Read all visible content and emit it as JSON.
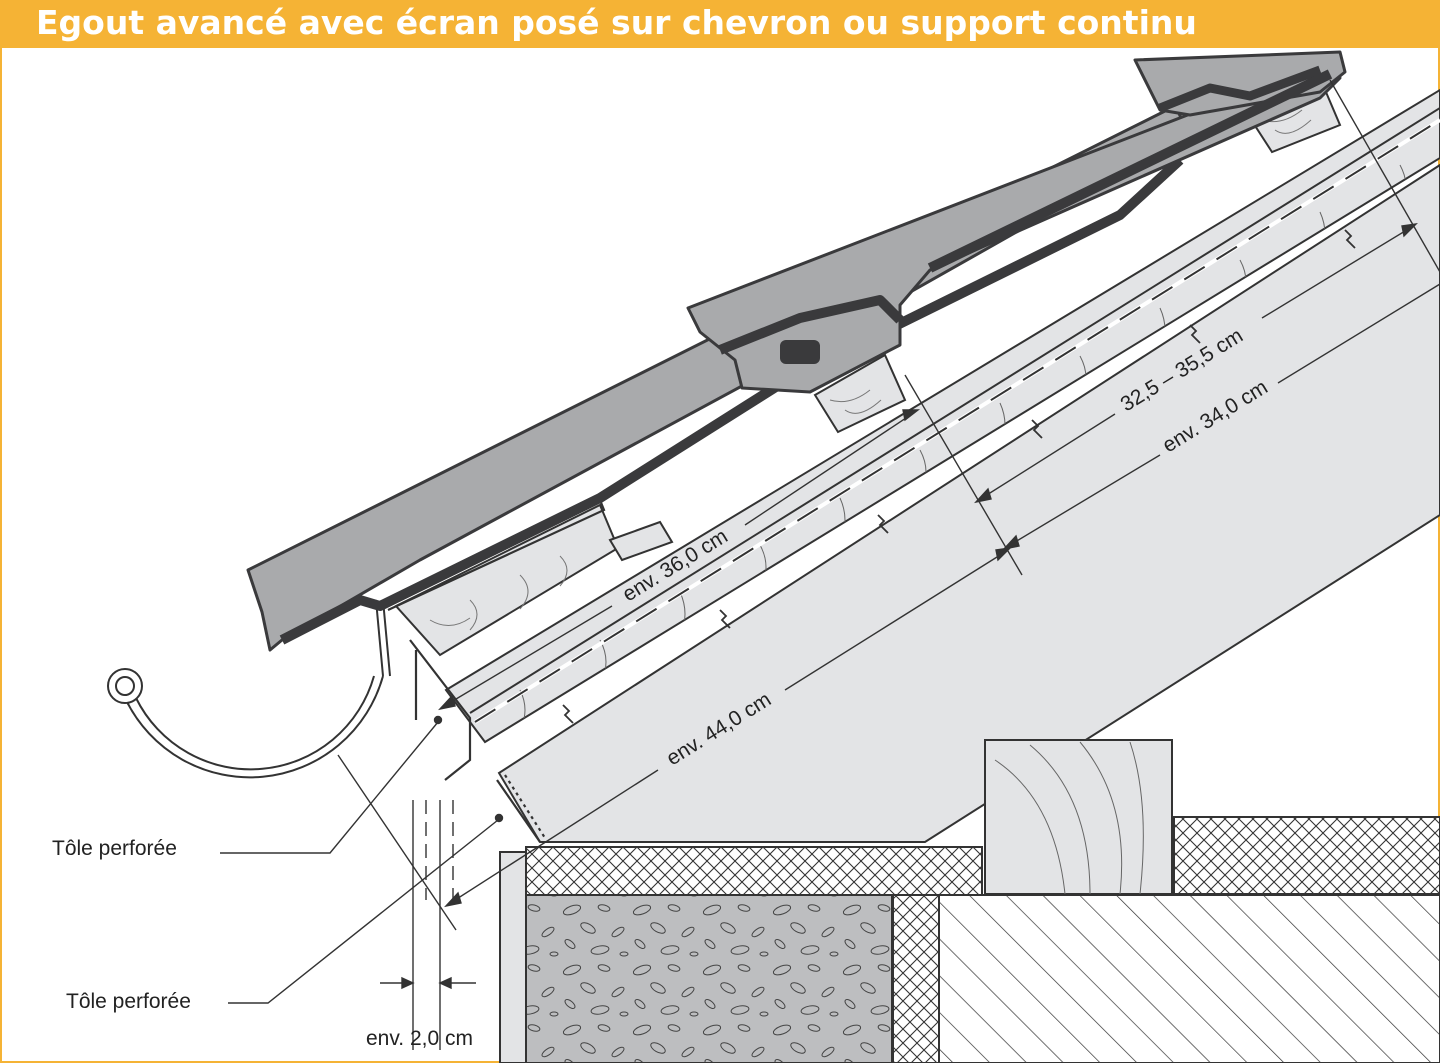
{
  "header": {
    "title": "Egout avancé avec écran posé sur chevron ou support continu"
  },
  "labels": {
    "perforated_sheet_upper": "Tôle perforée",
    "perforated_sheet_lower": "Tôle perforée"
  },
  "dimensions": {
    "overhang_36": "env. 36,0 cm",
    "overhang_44": "env. 44,0 cm",
    "batten_spacing": "32,5 – 35,5 cm",
    "tile_length_34": "env. 34,0 cm",
    "gap_2": "env. 2,0 cm"
  },
  "colors": {
    "header_accent": "#f5b335",
    "tile_fill": "#a9aaac",
    "tile_outline": "#3a3a3c",
    "wood_fill": "#e3e4e6",
    "concrete_fill": "#bdbec0"
  }
}
